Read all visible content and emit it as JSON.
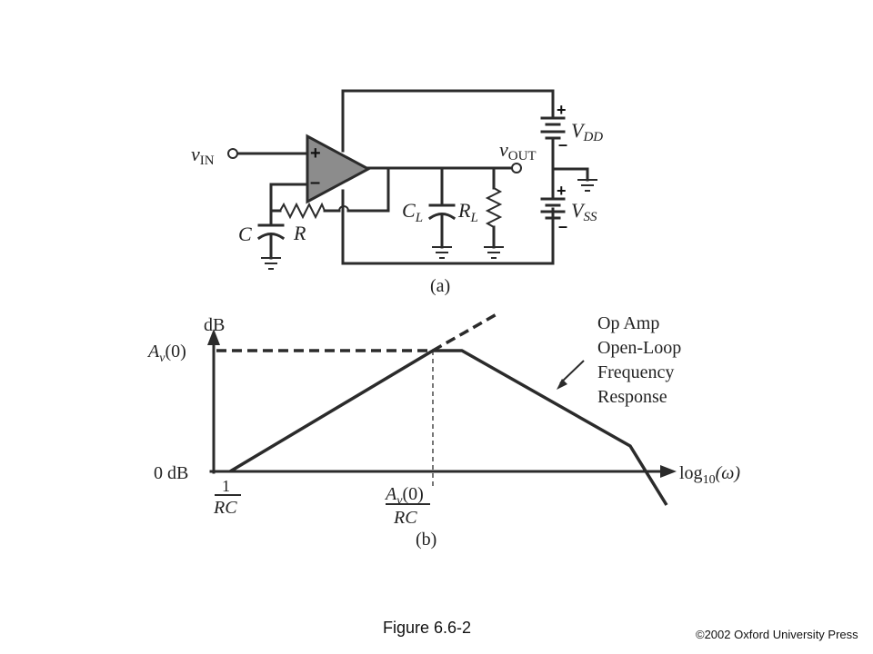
{
  "circuit": {
    "vin_main": "v",
    "vin_sub": "IN",
    "vout_main": "v",
    "vout_sub": "OUT",
    "plus": "+",
    "minus": "–",
    "c_label": "C",
    "r_label": "R",
    "cl_main": "C",
    "cl_sub": "L",
    "rl_main": "R",
    "rl_sub": "L",
    "vdd_main": "V",
    "vdd_sub": "DD",
    "vss_main": "V",
    "vss_sub": "SS",
    "caption": "(a)"
  },
  "bode": {
    "ylabel": "dB",
    "av_main": "A",
    "av_sub": "v",
    "av_arg": "(0)",
    "zero_db": "0 dB",
    "xlabel_pre": "log",
    "xlabel_sub": "10",
    "xlabel_post": "(ω)",
    "tick1_num": "1",
    "tick1_den": "RC",
    "tick2_num_main": "A",
    "tick2_num_sub": "v",
    "tick2_num_arg": "(0)",
    "tick2_den": "RC",
    "annotation": [
      "Op Amp",
      "Open-Loop",
      "Frequency",
      "Response"
    ],
    "caption": "(b)"
  },
  "figure_label": "Figure 6.6-2",
  "copyright": "©2002 Oxford University Press"
}
